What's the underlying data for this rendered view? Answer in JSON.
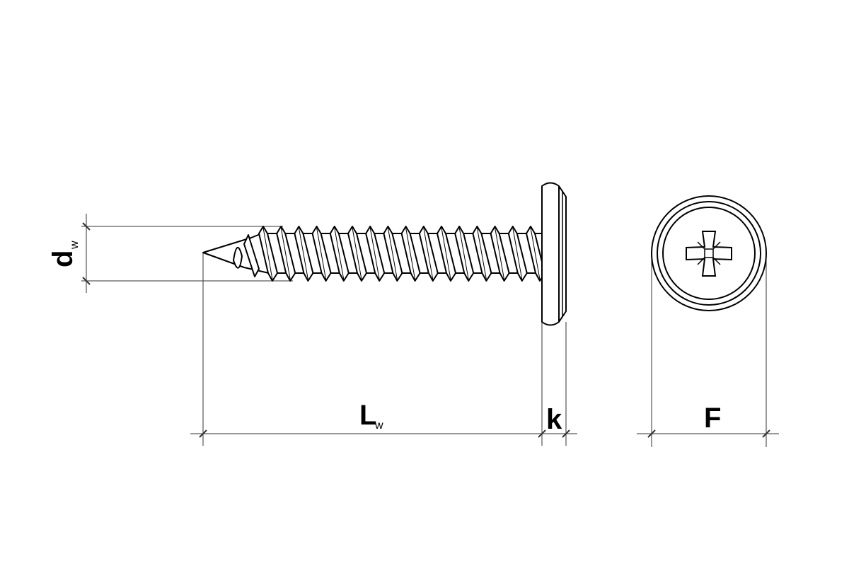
{
  "labels": {
    "diameter": "d",
    "diameter_sub": "w",
    "length": "L",
    "length_sub": "w",
    "head_height": "k",
    "head_diameter": "F"
  },
  "colors": {
    "line": "#000000",
    "dimension": "#333333",
    "background": "#ffffff"
  }
}
